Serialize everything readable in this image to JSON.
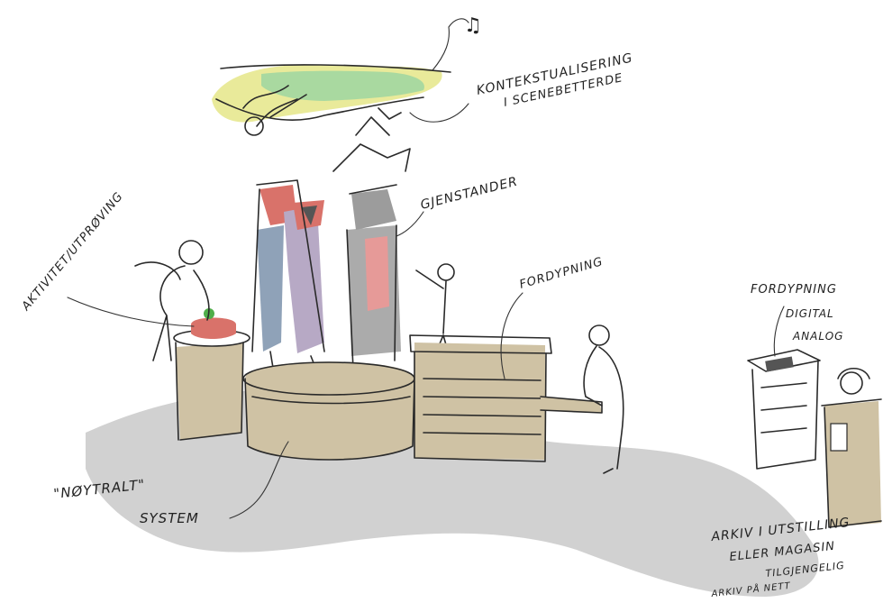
{
  "labels": {
    "kontekstualisering_1": "KONTEKSTUALISERING",
    "kontekstualisering_2": "I SCENEBETTERDE",
    "gjenstander": "GJENSTANDER",
    "aktivitet": "AKTIVITET/UTPRØVING",
    "fordypning": "FORDYPNING",
    "fordypning_digital_1": "FORDYPNING",
    "fordypning_digital_2": "DIGITAL",
    "fordypning_digital_3": "ANALOG",
    "noytralt_1": "\"NØYTRALT\"",
    "noytralt_2": "SYSTEM",
    "arkiv_1": "ARKIV I UTSTILLING",
    "arkiv_2": "ELLER MAGASIN",
    "arkiv_3": "TILGJENGELIG",
    "arkiv_4": "ARKIV PÅ NETT",
    "music_note": "♫"
  },
  "colors": {
    "floor_shadow": "#c9c9c9",
    "wood": "#cfc2a4",
    "ceiling_green": "#a9d9a0",
    "ceiling_yellow": "#e9ea9a",
    "garment_red": "#d9726a",
    "garment_blue": "#8fa2b8",
    "garment_purple": "#b7a9c5",
    "garment_grey": "#9c9c9c",
    "garment_pink": "#e69a98",
    "accent_green": "#4fae4a"
  }
}
